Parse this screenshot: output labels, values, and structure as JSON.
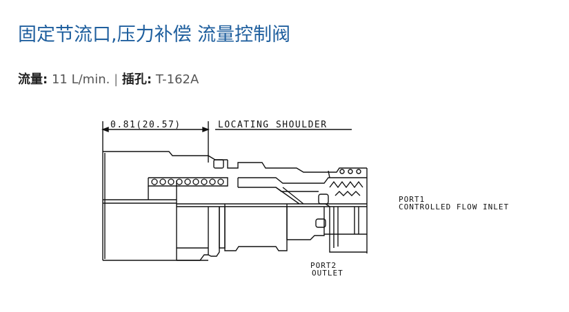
{
  "product": {
    "title": "固定节流口,压力补偿 流量控制阀",
    "specs": {
      "flow_label": "流量:",
      "flow_value": "11 L/min.",
      "separator": "|",
      "cavity_label": "插孔:",
      "cavity_value": "T-162A"
    }
  },
  "drawing": {
    "dimension_text": "0.81(20.57)",
    "shoulder_label": "LOCATING SHOULDER",
    "port1_label": "PORT1",
    "port1_desc": "CONTROLLED FLOW INLET",
    "port2_label": "PORT2",
    "port2_desc": "OUTLET"
  }
}
